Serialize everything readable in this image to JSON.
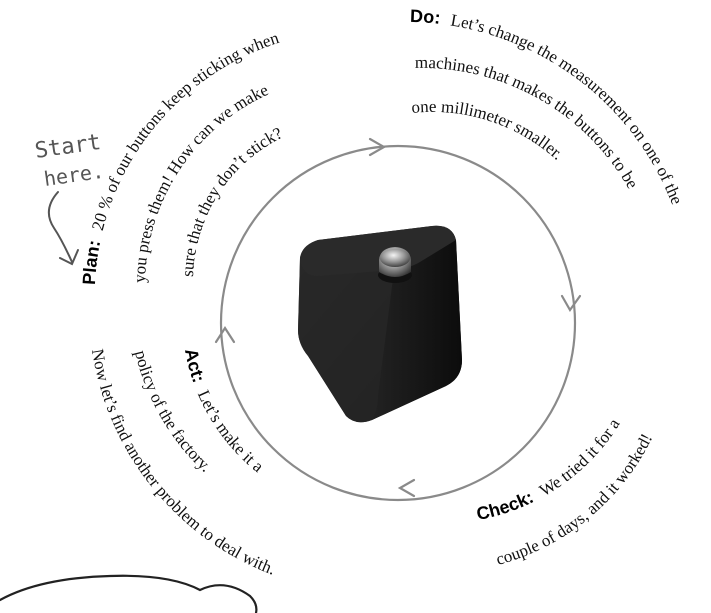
{
  "start_note": {
    "line1": "Start",
    "line2": "here."
  },
  "phases": {
    "plan": {
      "label": "Plan:",
      "lines": [
        "20 % of our buttons keep sticking when",
        "you press them! How can we make",
        "sure that they don’t stick?"
      ]
    },
    "do": {
      "label": "Do:",
      "lines": [
        "Let’s change the measurement on one of the",
        "machines that makes the buttons to be",
        "one millimeter smaller."
      ]
    },
    "check": {
      "label": "Check:",
      "lines": [
        "We tried it for a",
        "couple of days, and it worked!"
      ]
    },
    "act": {
      "label": "Act:",
      "lines": [
        "Let’s make it a",
        "policy of the factory.",
        "Now let’s find another problem to deal with."
      ]
    }
  },
  "colors": {
    "cycle_stroke": "#8a8a8a",
    "box_dark": "#1c1c1c",
    "box_light": "#3a3a3a"
  },
  "icons": {
    "center_object": "black-cube-with-button",
    "start_arrow": "curly-arrow"
  }
}
